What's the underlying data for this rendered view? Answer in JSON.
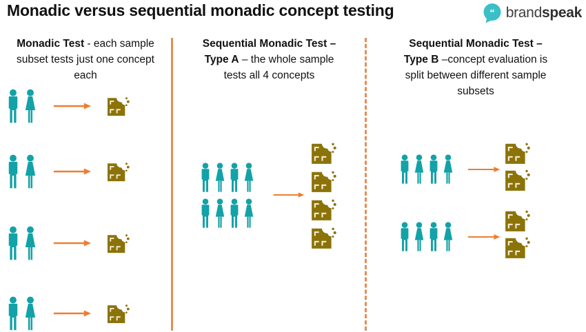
{
  "title": "Monadic versus sequential monadic concept testing",
  "logo": {
    "brand": "brand",
    "speak": "speak",
    "quote_glyph": "“"
  },
  "colors": {
    "people": "#12A2A7",
    "concept": "#8B730A",
    "arrow": "#ED7D31",
    "divider": "#E68C55",
    "logo_mark": "#3BBFC7",
    "text": "#111111"
  },
  "icons": {
    "person_male": "man-icon",
    "person_female": "woman-icon",
    "concept": "chocolate-bar-bitten-icon",
    "arrow": "arrow-right-icon",
    "logo_mark": "quote-speech-bubble-icon"
  },
  "columns": [
    {
      "id": "monadic",
      "heading": {
        "bold": "Monadic Test",
        "rest": " - each sample subset tests just one concept each"
      },
      "groups": [
        {
          "people": 2,
          "concepts": 1
        },
        {
          "people": 2,
          "concepts": 1
        },
        {
          "people": 2,
          "concepts": 1
        },
        {
          "people": 2,
          "concepts": 1
        }
      ]
    },
    {
      "id": "sequential-monadic-type-a",
      "heading": {
        "bold": "Sequential Monadic Test – Type A",
        "rest": " – the whole sample tests all 4 concepts"
      },
      "groups": [
        {
          "people": 8,
          "concepts": 4
        }
      ]
    },
    {
      "id": "sequential-monadic-type-b",
      "heading": {
        "bold": "Sequential Monadic Test – Type B",
        "rest": " –concept evaluation is split between different sample subsets"
      },
      "groups": [
        {
          "people": 4,
          "concepts": 2
        },
        {
          "people": 4,
          "concepts": 2
        }
      ]
    }
  ]
}
